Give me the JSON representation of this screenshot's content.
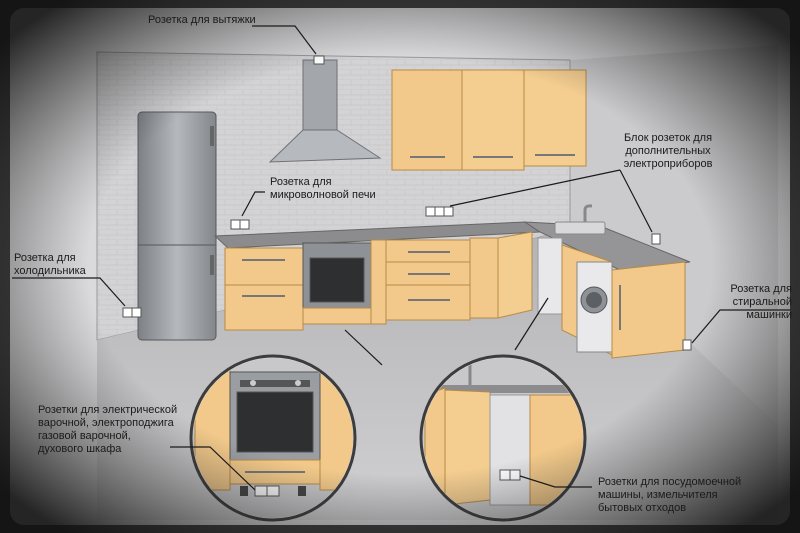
{
  "labels": {
    "hood": "Розетка для вытяжки",
    "microwave_line1": "Розетка для",
    "microwave_line2": "микроволновой печи",
    "block_line1": "Блок розеток для",
    "block_line2": "дополнительных",
    "block_line3": "электроприборов",
    "fridge_line1": "Розетка для",
    "fridge_line2": "холодильника",
    "washer_line1": "Розетка для",
    "washer_line2": "стиральной",
    "washer_line3": "машинки",
    "stove_line1": "Розетки для электрической",
    "stove_line2": "варочной, электроподжига",
    "stove_line3": "газовой варочной,",
    "stove_line4": "духового шкафа",
    "dishwasher_line1": "Розетки для посудомоечной",
    "dishwasher_line2": "машины, измельчителя",
    "dishwasher_line3": "бытовых отходов"
  },
  "colors": {
    "background": "#2a2a2a",
    "wall": "#c9c9cb",
    "floor": "#b8b8ba",
    "cabinet": "#f2c98a",
    "cabinet_edge": "#b88a45",
    "countertop": "#8c8c8e",
    "steel": "#9a9ea3",
    "leader_line": "#1a1a1a"
  },
  "icons": [
    "socket-icon",
    "oven-knob-icon"
  ]
}
